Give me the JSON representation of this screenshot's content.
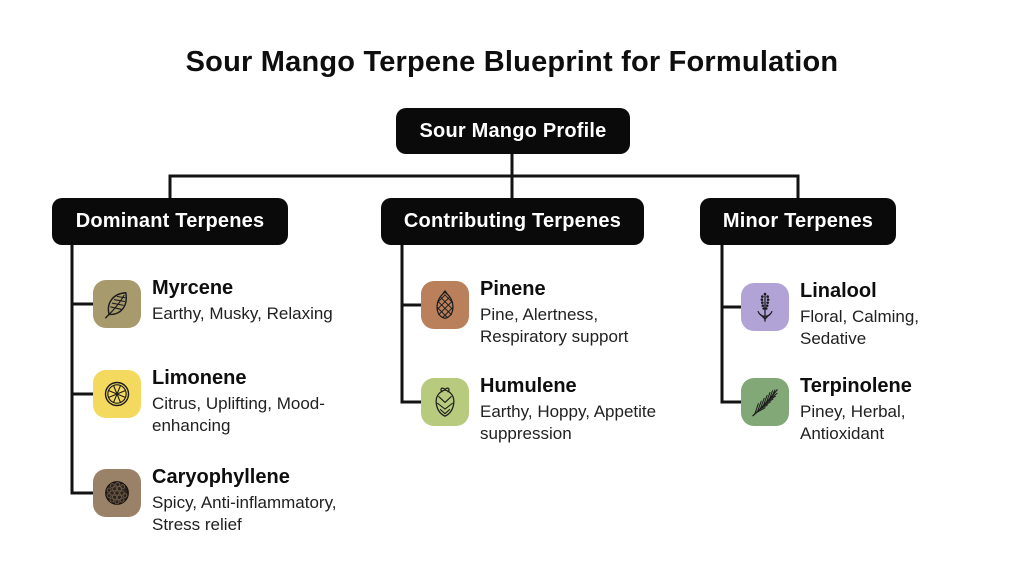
{
  "diagram": {
    "title": "Sour Mango Terpene Blueprint for Formulation",
    "root_label": "Sour Mango Profile",
    "node_bg": "#0a0a0a",
    "node_text_color": "#ffffff",
    "line_color": "#131313"
  },
  "categories": [
    {
      "label": "Dominant Terpenes",
      "items": [
        {
          "name": "Myrcene",
          "description": "Earthy, Musky, Relaxing",
          "icon": "leaf-icon",
          "icon_bg": "#a79a6d"
        },
        {
          "name": "Limonene",
          "description": "Citrus, Uplifting, Mood-enhancing",
          "icon": "citrus-slice-icon",
          "icon_bg": "#f4d95f"
        },
        {
          "name": "Caryophyllene",
          "description": "Spicy, Anti-inflammatory, Stress relief",
          "icon": "berry-cluster-icon",
          "icon_bg": "#9a8268"
        }
      ]
    },
    {
      "label": "Contributing Terpenes",
      "items": [
        {
          "name": "Pinene",
          "description": "Pine, Alertness, Respiratory support",
          "icon": "pinecone-icon",
          "icon_bg": "#ba7f5b"
        },
        {
          "name": "Humulene",
          "description": "Earthy, Hoppy, Appetite suppression",
          "icon": "hop-cone-icon",
          "icon_bg": "#b7ca7d"
        }
      ]
    },
    {
      "label": "Minor Terpenes",
      "items": [
        {
          "name": "Linalool",
          "description": "Floral, Calming, Sedative",
          "icon": "lavender-icon",
          "icon_bg": "#b2a3d6"
        },
        {
          "name": "Terpinolene",
          "description": "Piney, Herbal, Antioxidant",
          "icon": "pine-branch-icon",
          "icon_bg": "#83a878"
        }
      ]
    }
  ]
}
